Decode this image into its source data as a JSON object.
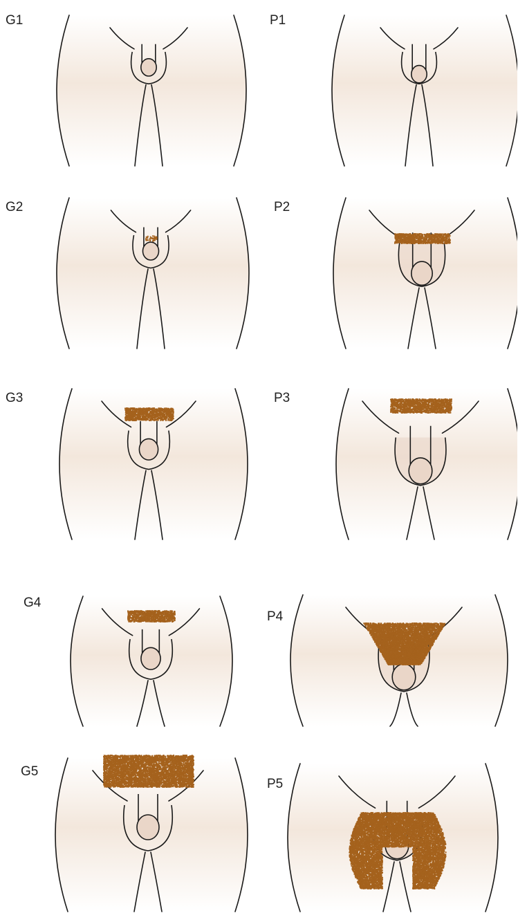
{
  "colors": {
    "outline": "#1a1a1a",
    "skin_center": "#f3e7dc",
    "skin_edge": "#ffffff",
    "organ_fill": "#ead6c8",
    "hair": "#a5621d"
  },
  "stages": [
    {
      "label": "G1",
      "kind": "G",
      "hair_level": 0
    },
    {
      "label": "P1",
      "kind": "P",
      "hair_level": 0
    },
    {
      "label": "G2",
      "kind": "G",
      "hair_level": 0.15
    },
    {
      "label": "P2",
      "kind": "P",
      "hair_level": 0.4
    },
    {
      "label": "G3",
      "kind": "G",
      "hair_level": 0.45
    },
    {
      "label": "P3",
      "kind": "P",
      "hair_level": 0.55
    },
    {
      "label": "G4",
      "kind": "G",
      "hair_level": 0.55
    },
    {
      "label": "P4",
      "kind": "P",
      "hair_level": 0.8
    },
    {
      "label": "G5",
      "kind": "G",
      "hair_level": 1
    },
    {
      "label": "P5",
      "kind": "P",
      "hair_level": 1
    }
  ]
}
